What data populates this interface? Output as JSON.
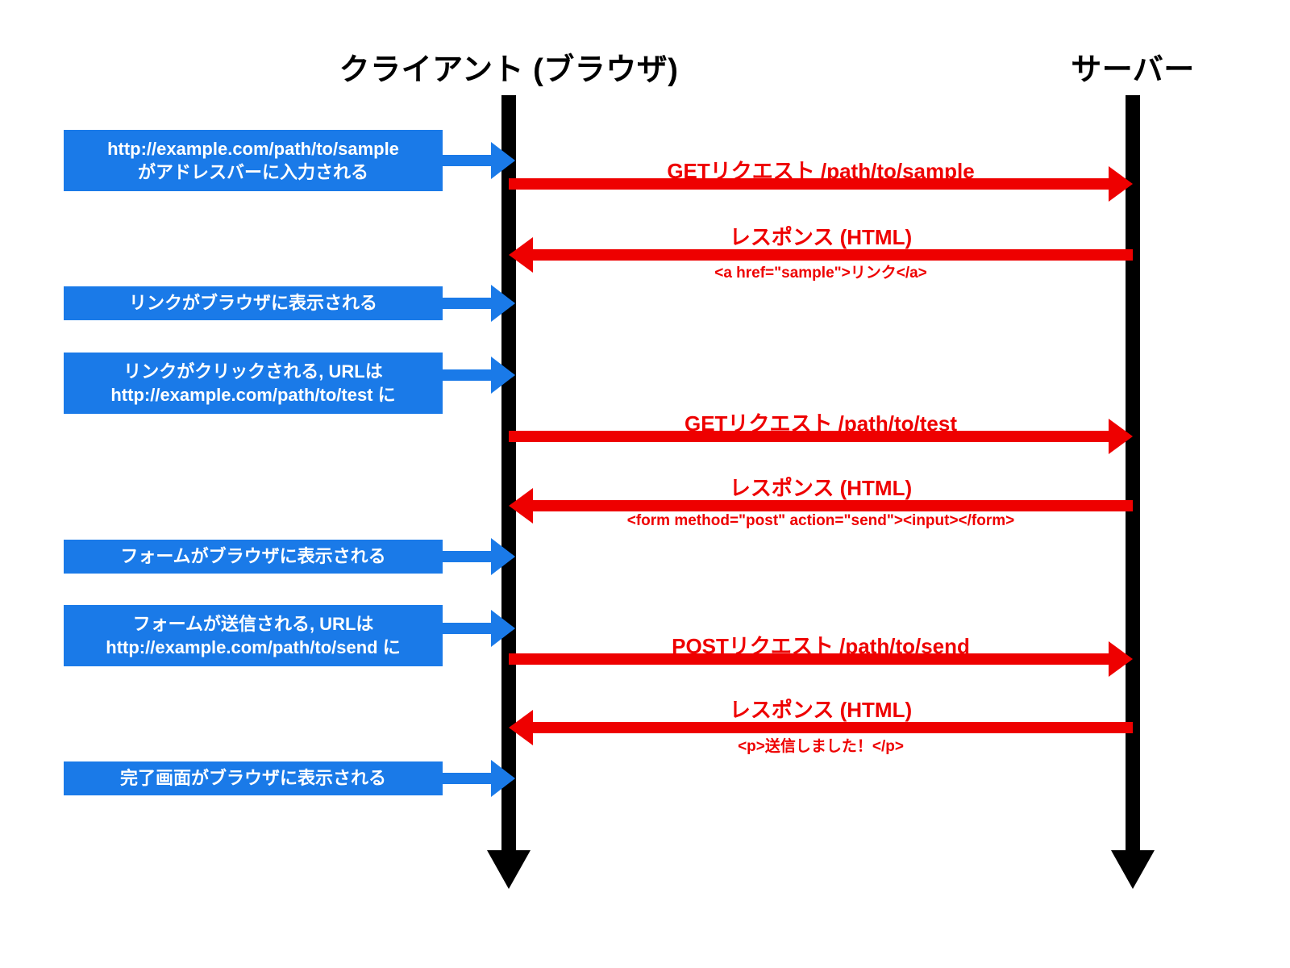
{
  "diagram": {
    "title_client": "クライアント (ブラウザ)",
    "title_server": "サーバー",
    "colors": {
      "note_blue": "#1a7ae8",
      "message_red": "#ee0000",
      "lifeline_black": "#000000",
      "background": "#ffffff"
    }
  },
  "notes": [
    {
      "line1": "http://example.com/path/to/sample",
      "line2": "がアドレスバーに入力される"
    },
    {
      "line1": "リンクがブラウザに表示される",
      "line2": ""
    },
    {
      "line1": "リンクがクリックされる, URLは",
      "line2": "http://example.com/path/to/test に"
    },
    {
      "line1": "フォームがブラウザに表示される",
      "line2": ""
    },
    {
      "line1": "フォームが送信される, URLは",
      "line2": "http://example.com/path/to/send に"
    },
    {
      "line1": "完了画面がブラウザに表示される",
      "line2": ""
    }
  ],
  "messages": [
    {
      "label": "GETリクエスト /path/to/sample",
      "sub": "",
      "direction": "client-to-server"
    },
    {
      "label": "レスポンス (HTML)",
      "sub": "<a href=\"sample\">リンク</a>",
      "direction": "server-to-client"
    },
    {
      "label": "GETリクエスト /path/to/test",
      "sub": "",
      "direction": "client-to-server"
    },
    {
      "label": "レスポンス (HTML)",
      "sub": "<form method=\"post\" action=\"send\"><input></form>",
      "direction": "server-to-client"
    },
    {
      "label": "POSTリクエスト /path/to/send",
      "sub": "",
      "direction": "client-to-server"
    },
    {
      "label": "レスポンス (HTML)",
      "sub": "<p>送信しました！</p>",
      "direction": "server-to-client"
    }
  ]
}
